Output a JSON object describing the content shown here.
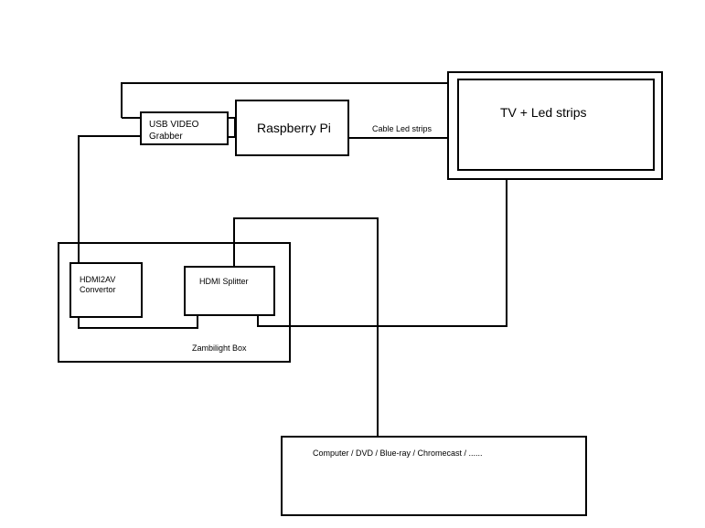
{
  "diagram": {
    "nodes": {
      "tv": {
        "label": "TV + Led strips"
      },
      "raspberry": {
        "label": "Raspberry Pi"
      },
      "usb_grabber": {
        "line1": "USB VIDEO",
        "line2": "Grabber"
      },
      "hdmi2av": {
        "line1": "HDMI2AV",
        "line2": "Convertor"
      },
      "hdmi_splitter": {
        "label": "HDMI Splitter"
      },
      "zambilight_box": {
        "label": "Zambilight Box"
      },
      "source": {
        "label": "Computer / DVD / Blue-ray / Chromecast / ......"
      }
    },
    "edges": {
      "led_cable": {
        "label": "Cable Led strips"
      }
    }
  }
}
